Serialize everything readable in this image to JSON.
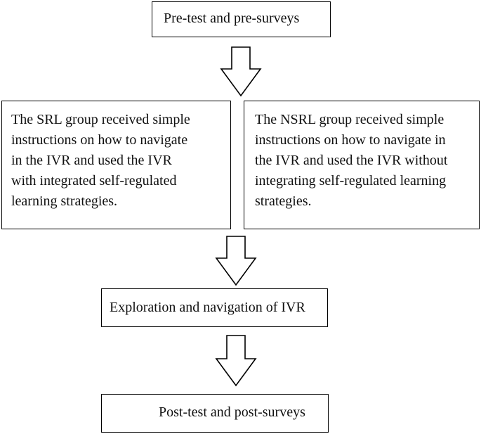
{
  "steps": {
    "pretest": "Pre-test and pre-surveys",
    "srl_group": [
      "The SRL group received simple",
      "instructions on how to navigate",
      "in the IVR and used the IVR",
      "with integrated self-regulated",
      "learning strategies."
    ],
    "nsrl_group": [
      "The NSRL group received simple",
      "instructions on how to navigate in",
      "the IVR and used the IVR without",
      "integrating self-regulated learning",
      "strategies."
    ],
    "exploration": "Exploration and navigation of IVR",
    "posttest": "Post-test and post-surveys"
  }
}
